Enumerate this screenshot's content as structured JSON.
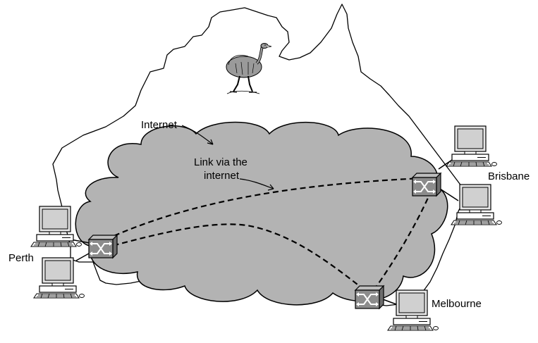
{
  "labels": {
    "internet": "Internet",
    "link_line1": "Link via the",
    "link_line2": "internet",
    "perth": "Perth",
    "brisbane": "Brisbane",
    "melbourne": "Melbourne"
  },
  "colors": {
    "cloud_fill": "#b3b3b3",
    "outline": "#000000",
    "router_fill": "#8c8c8c",
    "monitor_screen": "#d0d0d0"
  },
  "icons": {
    "mascot": "emu-icon",
    "router": "router-icon",
    "computer": "computer-icon"
  }
}
